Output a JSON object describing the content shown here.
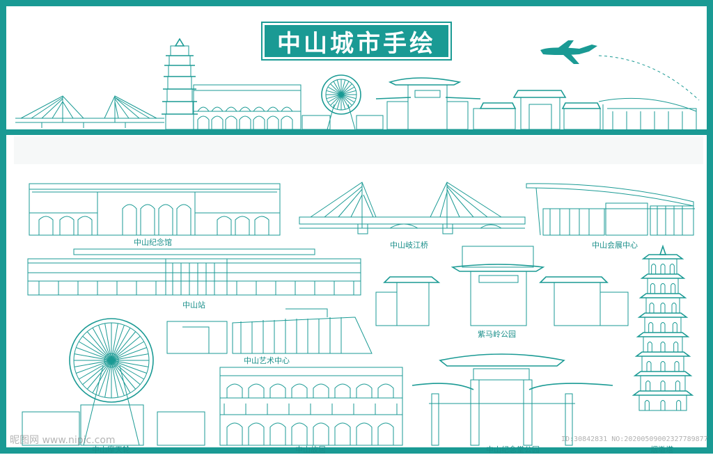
{
  "title": "中山城市手绘",
  "colors": {
    "primary": "#1a9a94",
    "label": "#1a8f8a",
    "background": "#ffffff"
  },
  "labels": {
    "memorial_hall": "中山纪念馆",
    "qijiang_bridge": "中山岐江桥",
    "expo_center": "中山会展中心",
    "station": "中山站",
    "zimaling_park": "紫马岭公园",
    "art_center": "中山艺术中心",
    "ferris_wheel": "中山摩天轮",
    "former_residence": "中山故居",
    "memorial_park": "中山纪念堂公园",
    "chimney_tower": "烟墩塔"
  },
  "watermark": {
    "brand": "昵图网 www.nipic.com",
    "id_text": "ID:30842831 NO:20200509002327789877"
  },
  "icons": {
    "airplane": "airplane-icon"
  }
}
